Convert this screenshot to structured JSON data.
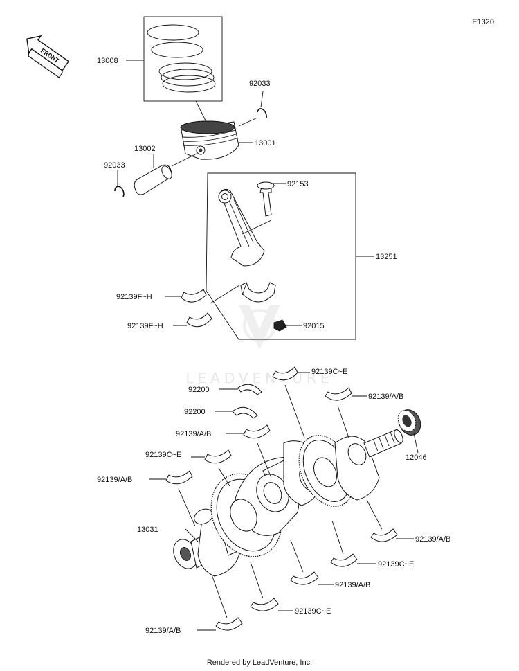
{
  "diagram_id": "E1320",
  "watermark": "LEADVENTURE",
  "front_arrow": "FRONT",
  "footer": "Rendered by LeadVenture, Inc.",
  "labels": {
    "p13008": "13008",
    "p92033a": "92033",
    "p13002": "13002",
    "p13001": "13001",
    "p92033b": "92033",
    "p92153": "92153",
    "p13251": "13251",
    "p92139fh1": "92139F~H",
    "p92139fh2": "92139F~H",
    "p92015": "92015",
    "p92139ce1": "92139C~E",
    "p92200a": "92200",
    "p92139ab1": "92139/A/B",
    "p92200b": "92200",
    "p92139ab2": "92139/A/B",
    "p12046": "12046",
    "p92139ce2": "92139C~E",
    "p92139ab3": "92139/A/B",
    "p13031": "13031",
    "p92139ab4": "92139/A/B",
    "p92139ce3": "92139C~E",
    "p92139ab5": "92139/A/B",
    "p92139ce4": "92139C~E",
    "p92139ab6": "92139/A/B"
  }
}
